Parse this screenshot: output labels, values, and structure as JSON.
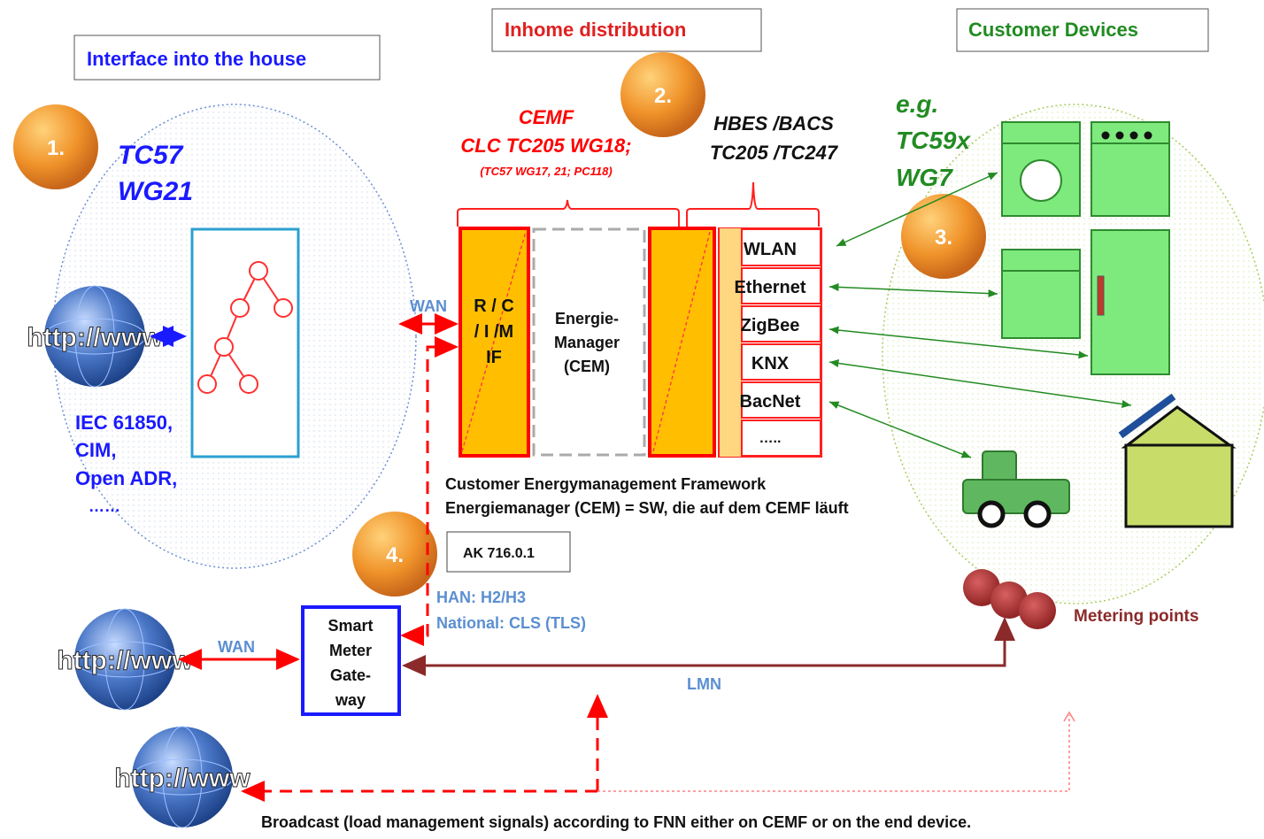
{
  "headers": {
    "interface": "Interface into the house",
    "inhome": "Inhome distribution",
    "customer": "Customer Devices"
  },
  "badges": [
    "1.",
    "2.",
    "3.",
    "4."
  ],
  "tc57": {
    "line1": "TC57",
    "line2": "WG21"
  },
  "standards_left": [
    "IEC 61850,",
    "CIM,",
    "Open ADR,",
    "……"
  ],
  "cemf_label": {
    "line1": "CEMF",
    "line2": "CLC TC205 WG18;",
    "line3": "(TC57 WG17, 21; PC118)"
  },
  "hbes_label": {
    "line1": "HBES /BACS",
    "line2": "TC205 /TC247"
  },
  "eg_label": {
    "line1": "e.g.",
    "line2": "TC59x",
    "line3": "WG7"
  },
  "rci": {
    "line1": "R / C",
    "line2": "/ I /M",
    "line3": "IF"
  },
  "cem": {
    "line1": "Energie-",
    "line2": "Manager",
    "line3": "(CEM)"
  },
  "protocols": [
    "WLAN",
    "Ethernet",
    "ZigBee",
    "KNX",
    "BacNet",
    "….."
  ],
  "wan_labels": {
    "top": "WAN",
    "bottom": "WAN"
  },
  "cemf_caption": {
    "line1": "Customer Energymanagement Framework",
    "line2": "Energiemanager (CEM) = SW, die auf dem CEMF läuft"
  },
  "ak_box": "AK 716.0.1",
  "han": {
    "line1": "HAN: H2/H3",
    "line2": "National: CLS (TLS)"
  },
  "smgw": {
    "line1": "Smart",
    "line2": "Meter",
    "line3": "Gate-",
    "line4": "way"
  },
  "lmn": "LMN",
  "metering": "Metering points",
  "broadcast": "Broadcast (load management signals) according to FNN either on CEMF or on the end device.",
  "globe_text": "http://www",
  "colors": {
    "blue": "#1a1aff",
    "red": "#ff0000",
    "green": "#228b22",
    "orange": "#f5a623",
    "device_green": "#7eea7e",
    "maroon": "#8b2a2a",
    "steel": "#5b8fd0"
  }
}
